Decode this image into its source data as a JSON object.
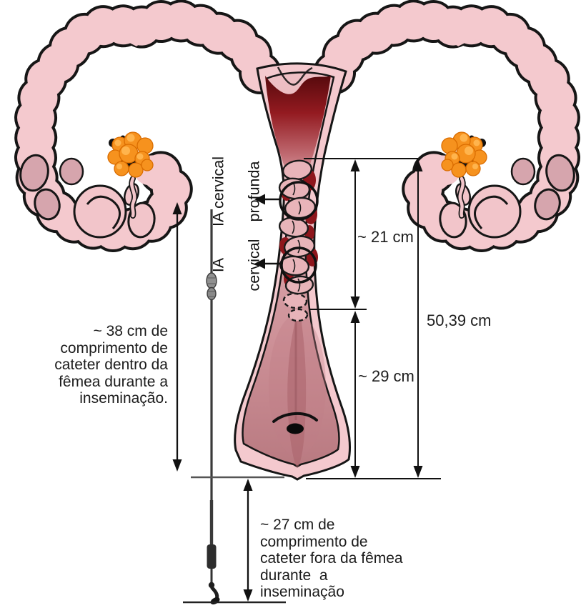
{
  "diagram": {
    "title": "Swine reproductive tract insemination depth diagram",
    "sites": {
      "deep_cervical": {
        "line1": "IA cervical",
        "line2": "profunda"
      },
      "cervical": {
        "line1": "IA",
        "line2": "cervical"
      }
    },
    "measurements": {
      "cervix_length": "~ 21 cm",
      "vagina_length": "~ 29 cm",
      "total_length": "50,39 cm",
      "catheter_inside": {
        "line1": "~ 38 cm de",
        "line2": "comprimento de",
        "line3": "cateter dentro da",
        "line4": "fêmea durante a",
        "line5": "inseminação."
      },
      "catheter_outside": {
        "line1": "~ 27 cm de",
        "line2": "comprimento de",
        "line3": "cateter fora da fêmea",
        "line4": "durante  a",
        "line5": "inseminação"
      }
    },
    "colors": {
      "outline": "#161616",
      "horn_pink": "#f4c9ce",
      "dark_lobe": "#d6a5ad",
      "uterus_red": "#931a20",
      "pad_pink": "#e8b4b9",
      "vagina_mauve": "#cc8f96",
      "ovary_orange": "#f6921e",
      "ovary_highlight": "#ffb44d",
      "catheter_gray": "#3a3a3a"
    }
  }
}
